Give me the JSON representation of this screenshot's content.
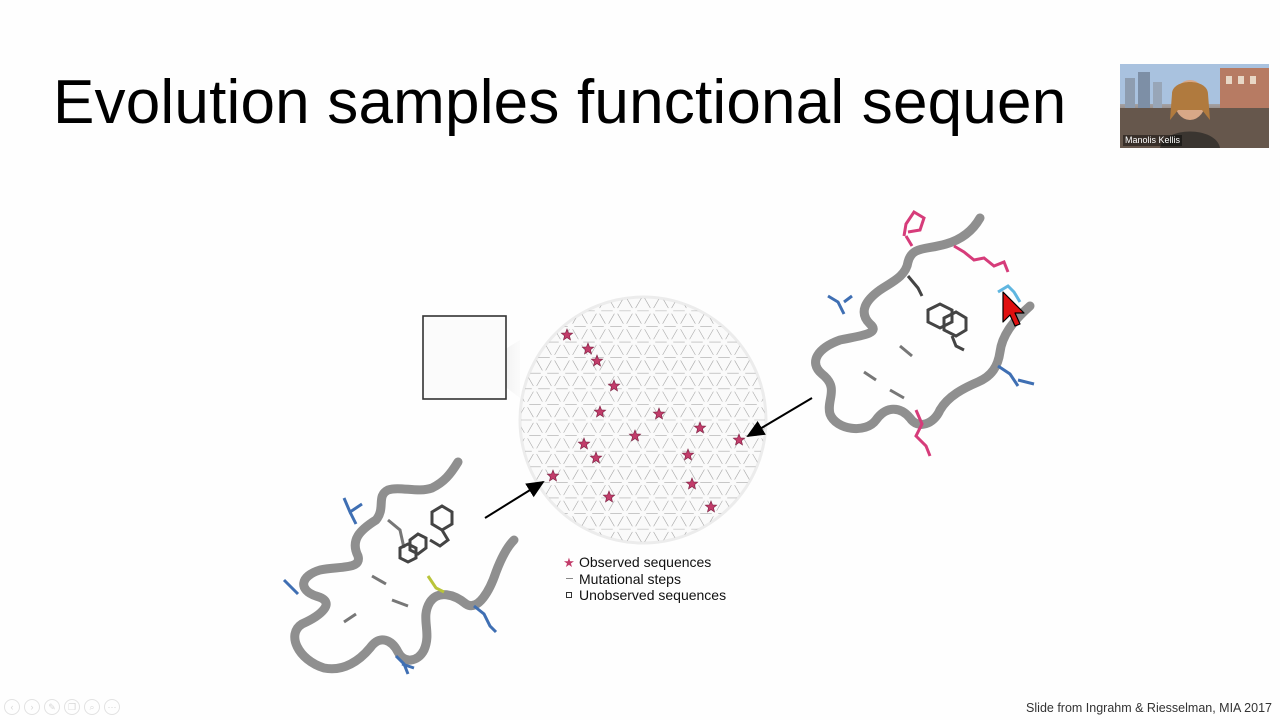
{
  "slide": {
    "title": "Evolution samples functional sequen",
    "credit": "Slide from Ingrahm & Riesselman, MIA 2017"
  },
  "legend": {
    "observed": "Observed sequences",
    "mutational": "Mutational steps",
    "unobserved": "Unobserved sequences"
  },
  "video": {
    "participant_name": "Manolis Kellis"
  },
  "colors": {
    "star": "#c23c6a",
    "protein_backbone": "#8f8f8f",
    "side_chain_dark": "#444444",
    "side_chain_blue": "#3f6fb3",
    "side_chain_pink": "#d63c7a",
    "side_chain_cyan": "#5fb6e0",
    "side_chain_yellow": "#b9c43a",
    "cursor": "#e01010"
  },
  "icons": {
    "cursor": "pointer-cursor-icon",
    "controls": [
      "prev-icon",
      "play-icon",
      "pen-icon",
      "copy-icon",
      "zoom-icon",
      "more-icon"
    ]
  }
}
